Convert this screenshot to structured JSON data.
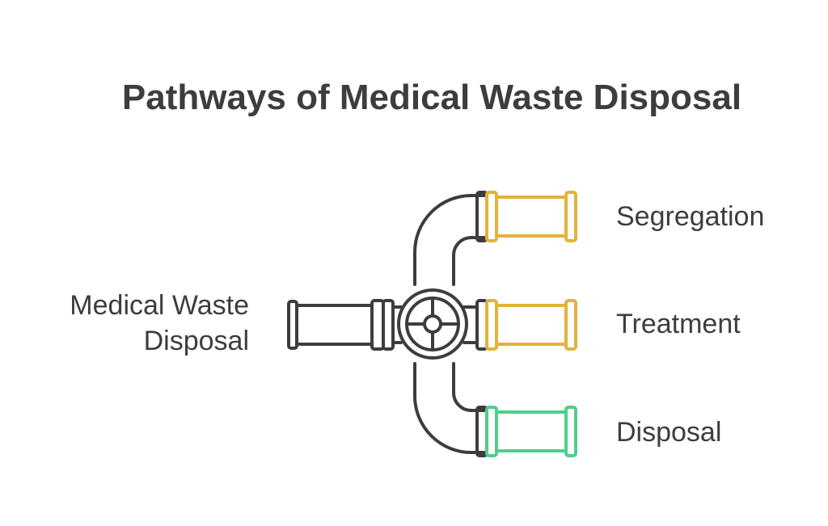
{
  "title": "Pathways of Medical Waste Disposal",
  "source": {
    "line1": "Medical Waste",
    "line2": "Disposal"
  },
  "branches": [
    {
      "label": "Segregation",
      "color": "#e3b23c"
    },
    {
      "label": "Treatment",
      "color": "#e3b23c"
    },
    {
      "label": "Disposal",
      "color": "#4fcf8a"
    }
  ],
  "colors": {
    "pipe_stroke": "#3d3d3d",
    "background": "#ffffff"
  },
  "icons": [
    "pipe-valve-icon"
  ]
}
